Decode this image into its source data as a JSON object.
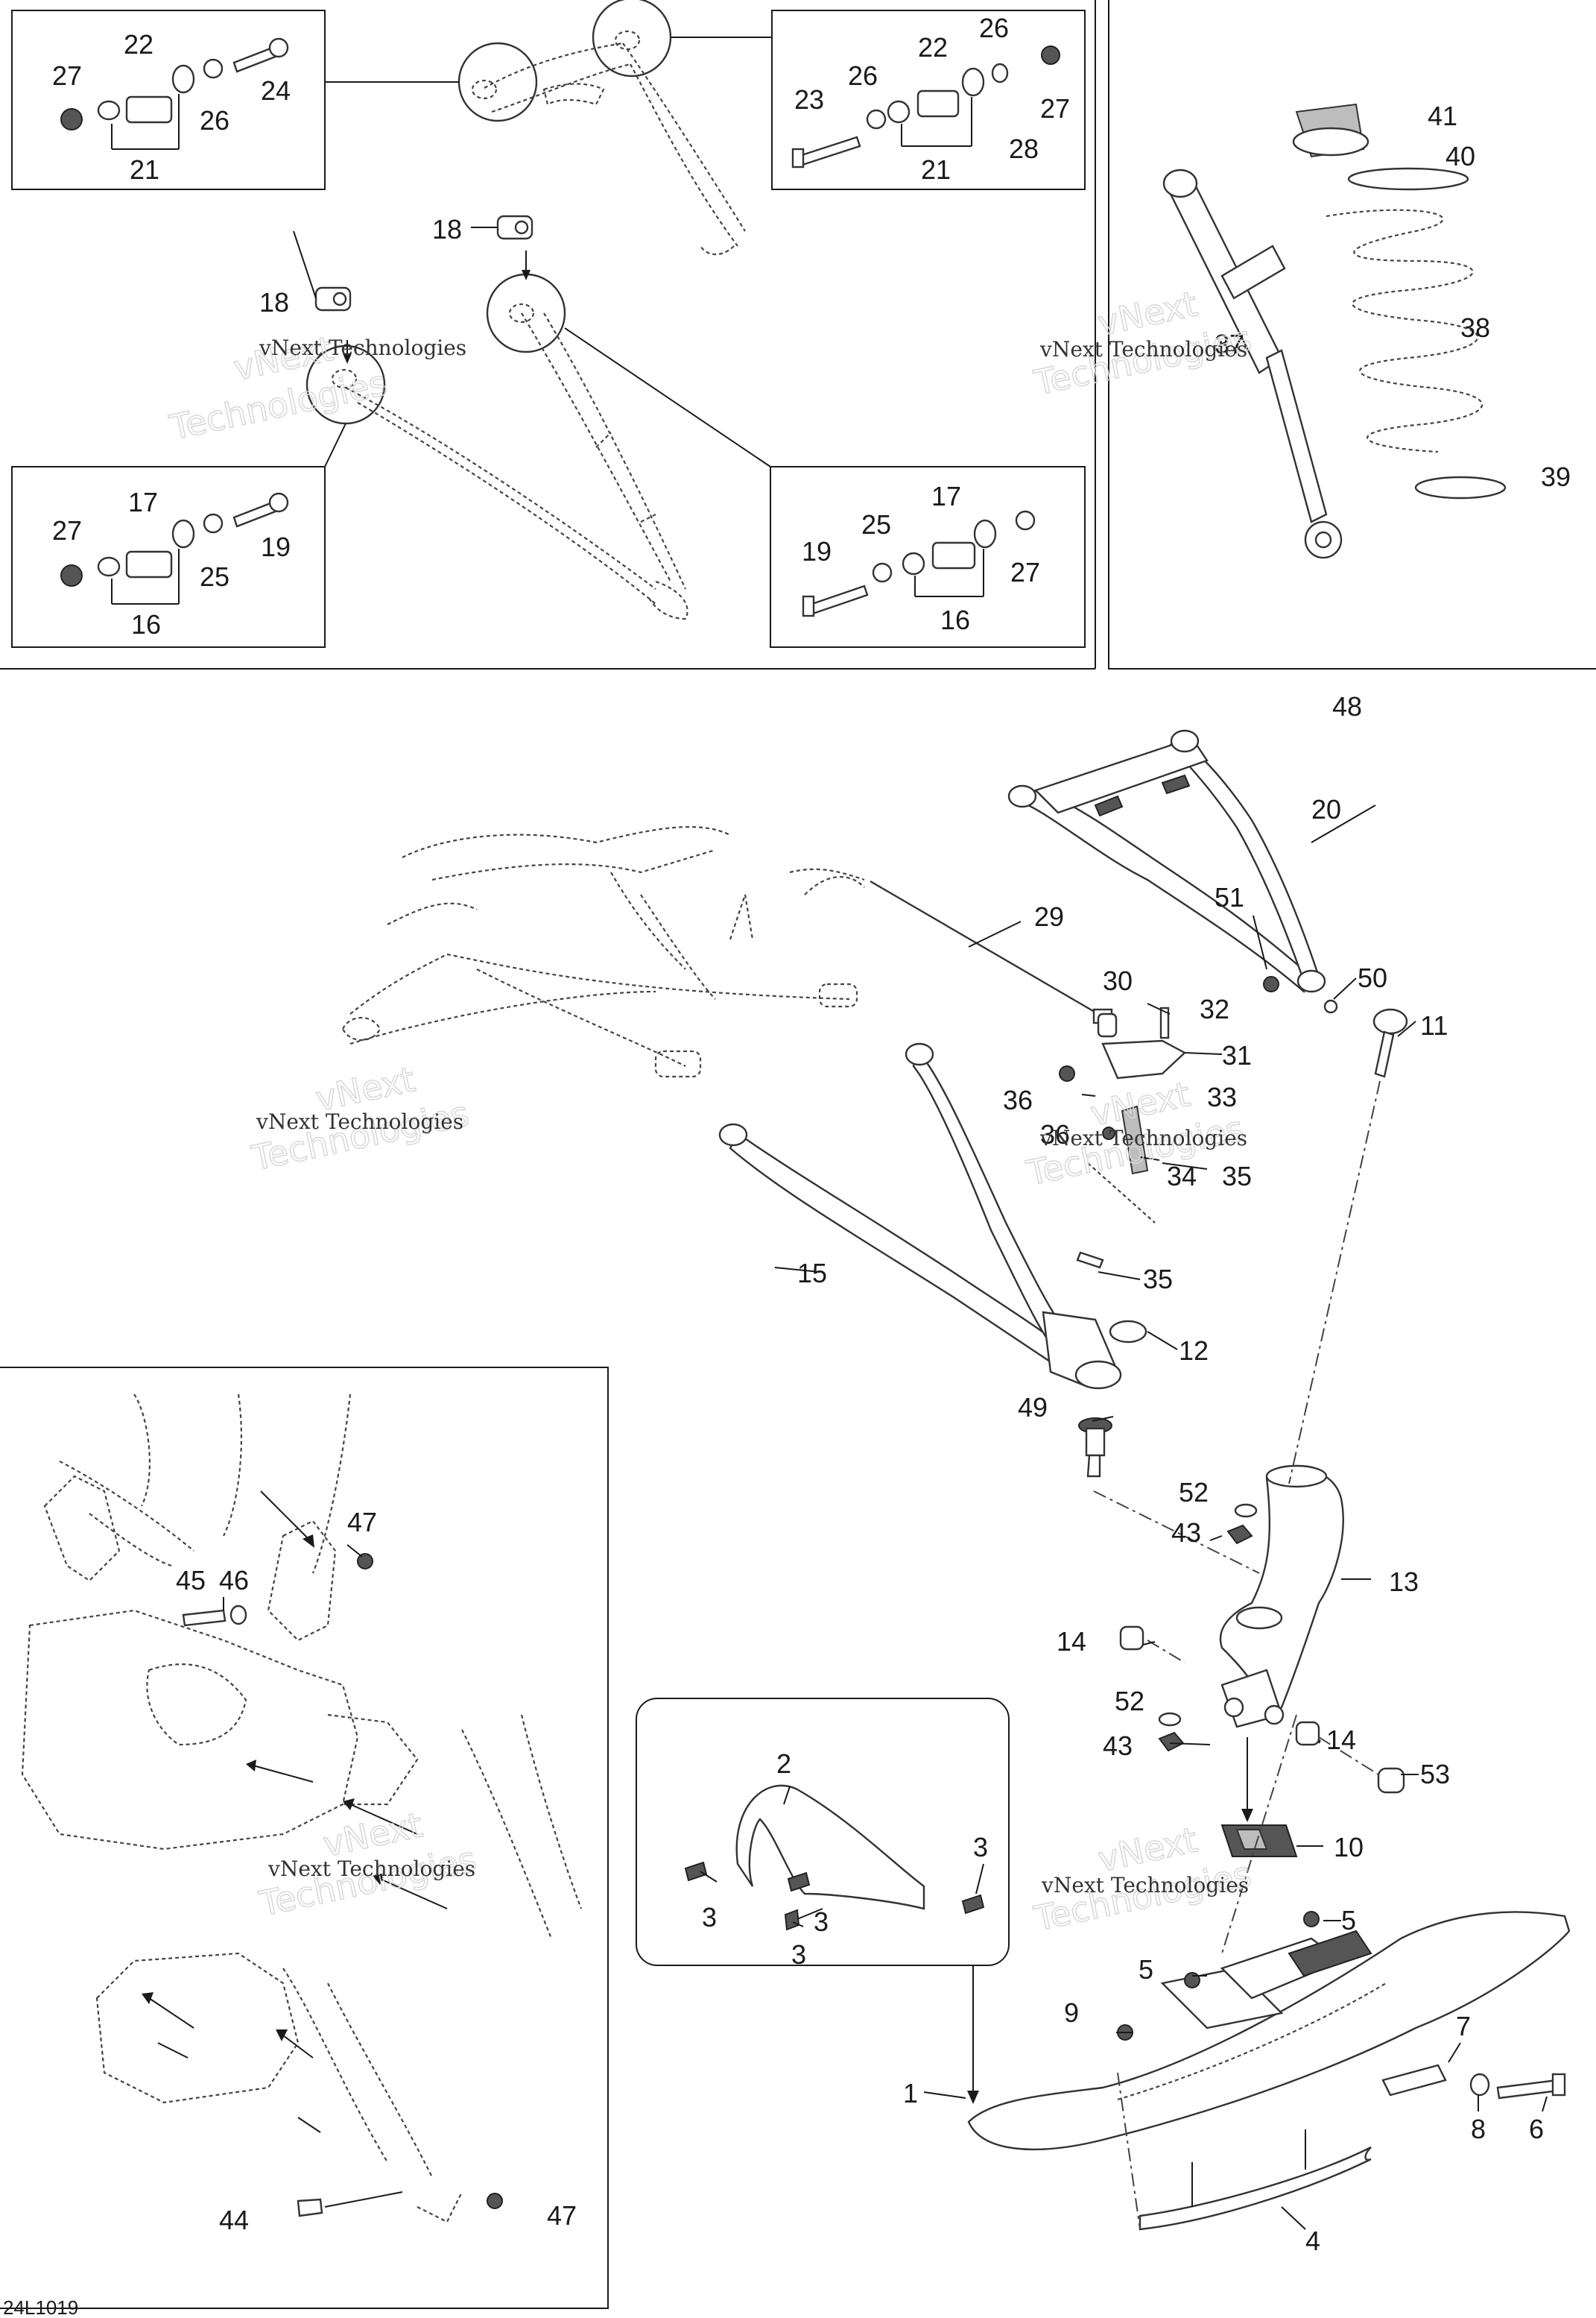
{
  "drawing_code": "24L1019",
  "watermark": {
    "line": "vNext Technologies",
    "ghost_line_1": "vNext",
    "ghost_line_2": "Technologies"
  },
  "callouts": {
    "c1": "1",
    "c2": "2",
    "c3": "3",
    "c4": "4",
    "c5": "5",
    "c6": "6",
    "c7": "7",
    "c8": "8",
    "c9": "9",
    "c10": "10",
    "c11": "11",
    "c12": "12",
    "c13": "13",
    "c14": "14",
    "c15": "15",
    "c16": "16",
    "c17": "17",
    "c18": "18",
    "c19": "19",
    "c20": "20",
    "c21": "21",
    "c22": "22",
    "c23": "23",
    "c24": "24",
    "c25": "25",
    "c26": "26",
    "c27": "27",
    "c28": "28",
    "c29": "29",
    "c30": "30",
    "c31": "31",
    "c32": "32",
    "c33": "33",
    "c34": "34",
    "c35": "35",
    "c36": "36",
    "c37": "37",
    "c38": "38",
    "c39": "39",
    "c40": "40",
    "c41": "41",
    "c43": "43",
    "c44": "44",
    "c45": "45",
    "c46": "46",
    "c47": "47",
    "c48": "48",
    "c49": "49",
    "c50": "50",
    "c51": "51",
    "c52": "52",
    "c53": "53"
  }
}
